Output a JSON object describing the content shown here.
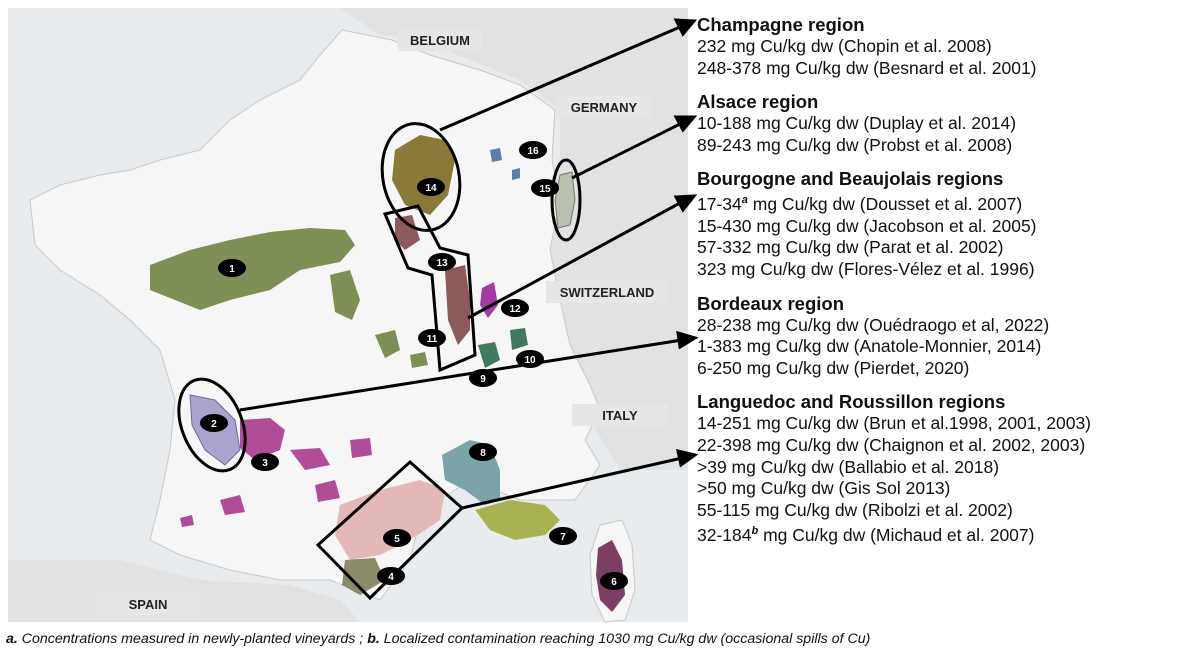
{
  "countries": [
    {
      "id": "belgium",
      "label": "BELGIUM"
    },
    {
      "id": "germany",
      "label": "GERMANY"
    },
    {
      "id": "switzerland",
      "label": "SWITZERLAND"
    },
    {
      "id": "italy",
      "label": "ITALY"
    },
    {
      "id": "spain",
      "label": "SPAIN"
    }
  ],
  "markers": [
    "1",
    "2",
    "3",
    "4",
    "5",
    "6",
    "7",
    "8",
    "9",
    "10",
    "11",
    "12",
    "13",
    "14",
    "15",
    "16"
  ],
  "regions": [
    {
      "title": "Champagne region",
      "entries": [
        {
          "value": "232",
          "rest": " mg Cu/kg dw (Chopin et al. 2008)"
        },
        {
          "value": "248-378",
          "rest": " mg Cu/kg dw (Besnard et al. 2001)"
        }
      ]
    },
    {
      "title": "Alsace region",
      "entries": [
        {
          "value": "10-188",
          "rest": " mg Cu/kg dw (Duplay et al. 2014)"
        },
        {
          "value": "89-243",
          "rest": " mg Cu/kg dw (Probst et al. 2008)"
        }
      ]
    },
    {
      "title": "Bourgogne and Beaujolais regions",
      "entries": [
        {
          "value": "17-34",
          "sup": "a",
          "rest": " mg Cu/kg dw (Dousset et al. 2007)"
        },
        {
          "value": "15-430",
          "rest": " mg Cu/kg dw (Jacobson et al. 2005)"
        },
        {
          "value": "57-332",
          "rest": " mg Cu/kg dw (Parat et al. 2002)"
        },
        {
          "value": "323",
          "rest": " mg Cu/kg dw (Flores-Vélez et al. 1996)"
        }
      ]
    },
    {
      "title": "Bordeaux region",
      "entries": [
        {
          "value": "28-238",
          "rest": " mg Cu/kg dw (Ouédraogo et al, 2022)"
        },
        {
          "value": "1-383",
          "rest": " mg Cu/kg dw (Anatole-Monnier, 2014)"
        },
        {
          "value": "6-250",
          "rest": " mg Cu/kg dw (Pierdet, 2020)"
        }
      ]
    },
    {
      "title": "Languedoc and Roussillon regions",
      "entries": [
        {
          "value": "14-251",
          "rest": " mg Cu/kg dw (Brun et al.1998, 2001, 2003)"
        },
        {
          "value": "22-398",
          "rest": " mg Cu/kg dw (Chaignon et al. 2002, 2003)"
        },
        {
          "value": ">39",
          "rest": " mg Cu/kg dw (Ballabio et al. 2018)"
        },
        {
          "value": ">50",
          "rest": " mg Cu/kg dw (Gis Sol 2013)"
        },
        {
          "value": "55-115",
          "rest": " mg Cu/kg dw (Ribolzi et al. 2002)"
        },
        {
          "value": "32-184",
          "sup": "b",
          "rest": " mg Cu/kg dw (Michaud et al. 2007)"
        }
      ]
    }
  ],
  "footnote": {
    "a_key": "a.",
    "a_text": " Concentrations measured in newly-planted vineyards ; ",
    "b_key": "b.",
    "b_text": " Localized contamination reaching 1030 mg Cu/kg dw (occasional spills of Cu)"
  },
  "colors": {
    "background": "#ffffff",
    "sea": "#e9ecee",
    "land_neighbors": "#e2e2e2",
    "france": "#f6f6f6",
    "loire": "#7e8f55",
    "bordeaux": "#a8a4cf",
    "southwest": "#b04c98",
    "languedoc": "#e2b8b8",
    "roussillon": "#8b8a6a",
    "provence": "#a8b250",
    "corsica": "#7a3f62",
    "rhone": "#7aa3aa",
    "champagne": "#8a7a3a",
    "alsace": "#b8c0b0",
    "bourgogne": "#8d5a5c",
    "jura": "#a83aa3",
    "savoie": "#3f7a60",
    "outline": "#000000"
  }
}
